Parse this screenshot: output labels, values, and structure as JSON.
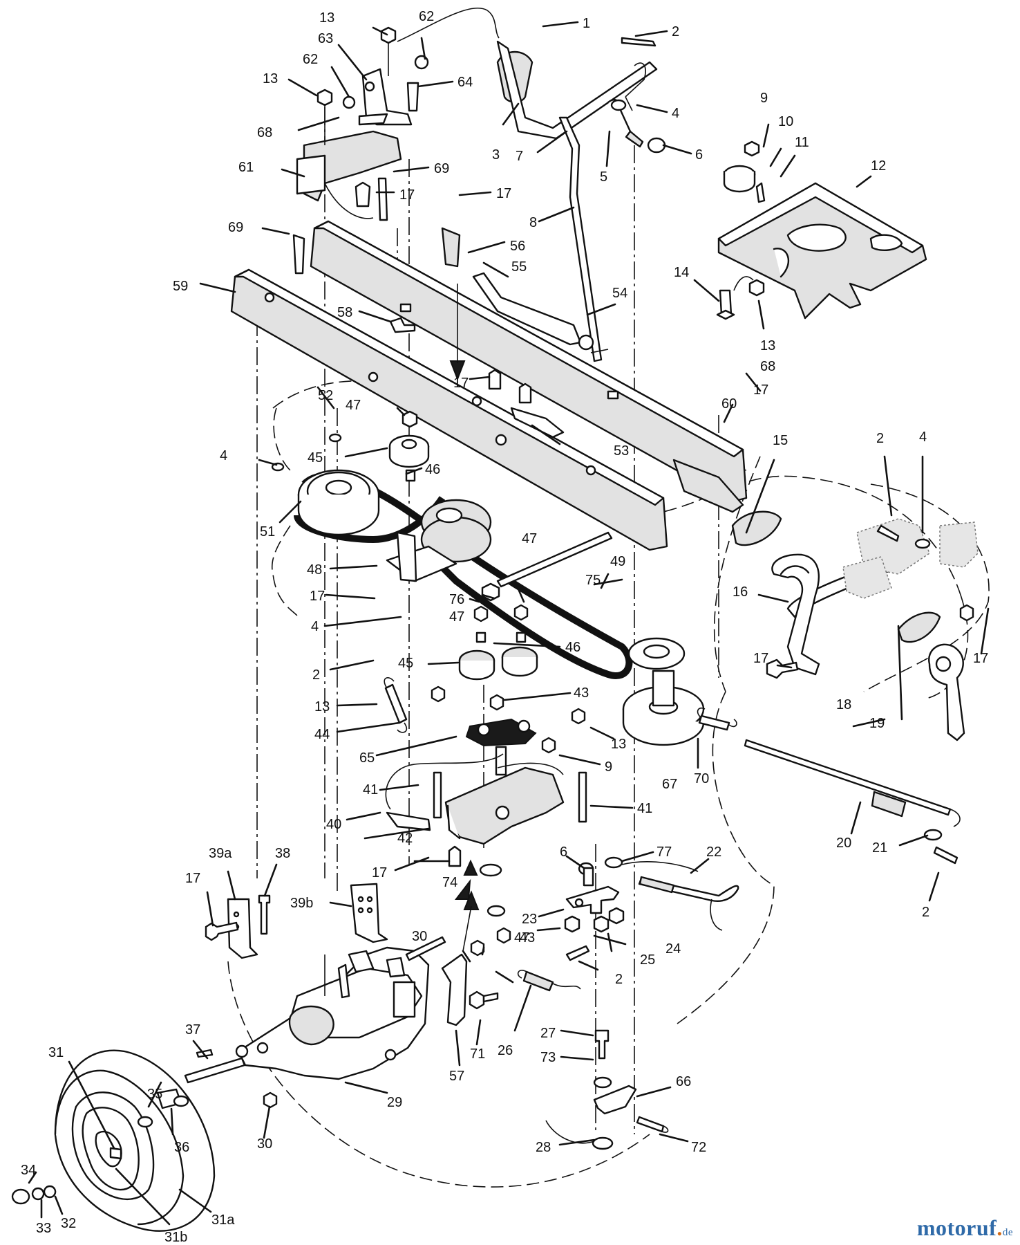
{
  "watermark": {
    "name": "motoruf",
    "dot": ".",
    "tld": "de"
  },
  "callouts": [
    {
      "key": "c01",
      "text": "1"
    },
    {
      "key": "c02",
      "text": "2"
    },
    {
      "key": "c03",
      "text": "3"
    },
    {
      "key": "c04",
      "text": "4"
    },
    {
      "key": "c05",
      "text": "5"
    },
    {
      "key": "c06",
      "text": "6"
    },
    {
      "key": "c07",
      "text": "7"
    },
    {
      "key": "c08",
      "text": "8"
    },
    {
      "key": "c09",
      "text": "9"
    },
    {
      "key": "c10",
      "text": "10"
    },
    {
      "key": "c11",
      "text": "11"
    },
    {
      "key": "c12",
      "text": "12"
    },
    {
      "key": "c13a",
      "text": "13"
    },
    {
      "key": "c13b",
      "text": "13"
    },
    {
      "key": "c13c",
      "text": "13"
    },
    {
      "key": "c13d",
      "text": "13"
    },
    {
      "key": "c13e",
      "text": "13"
    },
    {
      "key": "c14",
      "text": "14"
    },
    {
      "key": "c15",
      "text": "15"
    },
    {
      "key": "c16",
      "text": "16"
    },
    {
      "key": "c17a",
      "text": "17"
    },
    {
      "key": "c17b",
      "text": "17"
    },
    {
      "key": "c17c",
      "text": "17"
    },
    {
      "key": "c17d",
      "text": "17"
    },
    {
      "key": "c17e",
      "text": "17"
    },
    {
      "key": "c17f",
      "text": "17"
    },
    {
      "key": "c17g",
      "text": "17"
    },
    {
      "key": "c17h",
      "text": "17"
    },
    {
      "key": "c17i",
      "text": "17"
    },
    {
      "key": "c18",
      "text": "18"
    },
    {
      "key": "c19",
      "text": "19"
    },
    {
      "key": "c20",
      "text": "20"
    },
    {
      "key": "c21",
      "text": "21"
    },
    {
      "key": "c22",
      "text": "22"
    },
    {
      "key": "c23",
      "text": "23"
    },
    {
      "key": "c24",
      "text": "24"
    },
    {
      "key": "c25",
      "text": "25"
    },
    {
      "key": "c26",
      "text": "26"
    },
    {
      "key": "c27",
      "text": "27"
    },
    {
      "key": "c28",
      "text": "28"
    },
    {
      "key": "c29",
      "text": "29"
    },
    {
      "key": "c30a",
      "text": "30"
    },
    {
      "key": "c30b",
      "text": "30"
    },
    {
      "key": "c31",
      "text": "31"
    },
    {
      "key": "c31a",
      "text": "31a"
    },
    {
      "key": "c31b",
      "text": "31b"
    },
    {
      "key": "c32",
      "text": "32"
    },
    {
      "key": "c33",
      "text": "33"
    },
    {
      "key": "c34",
      "text": "34"
    },
    {
      "key": "c35",
      "text": "35"
    },
    {
      "key": "c36",
      "text": "36"
    },
    {
      "key": "c37",
      "text": "37"
    },
    {
      "key": "c38",
      "text": "38"
    },
    {
      "key": "c39a",
      "text": "39a"
    },
    {
      "key": "c39b",
      "text": "39b"
    },
    {
      "key": "c40",
      "text": "40"
    },
    {
      "key": "c41a",
      "text": "41"
    },
    {
      "key": "c41b",
      "text": "41"
    },
    {
      "key": "c42",
      "text": "42"
    },
    {
      "key": "c43a",
      "text": "43"
    },
    {
      "key": "c43b",
      "text": "43"
    },
    {
      "key": "c44",
      "text": "44"
    },
    {
      "key": "c45a",
      "text": "45"
    },
    {
      "key": "c45b",
      "text": "45"
    },
    {
      "key": "c46a",
      "text": "46"
    },
    {
      "key": "c46b",
      "text": "46"
    },
    {
      "key": "c47a",
      "text": "47"
    },
    {
      "key": "c47b",
      "text": "47"
    },
    {
      "key": "c47c",
      "text": "47"
    },
    {
      "key": "c47d",
      "text": "47"
    },
    {
      "key": "c48",
      "text": "48"
    },
    {
      "key": "c49",
      "text": "49"
    },
    {
      "key": "c51",
      "text": "51"
    },
    {
      "key": "c52",
      "text": "52"
    },
    {
      "key": "c53",
      "text": "53"
    },
    {
      "key": "c54",
      "text": "54"
    },
    {
      "key": "c55",
      "text": "55"
    },
    {
      "key": "c56",
      "text": "56"
    },
    {
      "key": "c57",
      "text": "57"
    },
    {
      "key": "c58",
      "text": "58"
    },
    {
      "key": "c59",
      "text": "59"
    },
    {
      "key": "c60",
      "text": "60"
    },
    {
      "key": "c61",
      "text": "61"
    },
    {
      "key": "c62a",
      "text": "62"
    },
    {
      "key": "c62b",
      "text": "62"
    },
    {
      "key": "c63",
      "text": "63"
    },
    {
      "key": "c64",
      "text": "64"
    },
    {
      "key": "c65",
      "text": "65"
    },
    {
      "key": "c66",
      "text": "66"
    },
    {
      "key": "c67",
      "text": "67"
    },
    {
      "key": "c68a",
      "text": "68"
    },
    {
      "key": "c68b",
      "text": "68"
    },
    {
      "key": "c69a",
      "text": "69"
    },
    {
      "key": "c69b",
      "text": "69"
    },
    {
      "key": "c70",
      "text": "70"
    },
    {
      "key": "c71",
      "text": "71"
    },
    {
      "key": "c72",
      "text": "72"
    },
    {
      "key": "c73",
      "text": "73"
    },
    {
      "key": "c74",
      "text": "74"
    },
    {
      "key": "c75",
      "text": "75"
    },
    {
      "key": "c76",
      "text": "76"
    },
    {
      "key": "c77",
      "text": "77"
    },
    {
      "key": "c02b",
      "text": "2"
    },
    {
      "key": "c02c",
      "text": "2"
    },
    {
      "key": "c02d",
      "text": "2"
    },
    {
      "key": "c02e",
      "text": "2"
    },
    {
      "key": "c04b",
      "text": "4"
    },
    {
      "key": "c04c",
      "text": "4"
    },
    {
      "key": "c04d",
      "text": "4"
    },
    {
      "key": "c06b",
      "text": "6"
    },
    {
      "key": "c09b",
      "text": "9"
    }
  ]
}
